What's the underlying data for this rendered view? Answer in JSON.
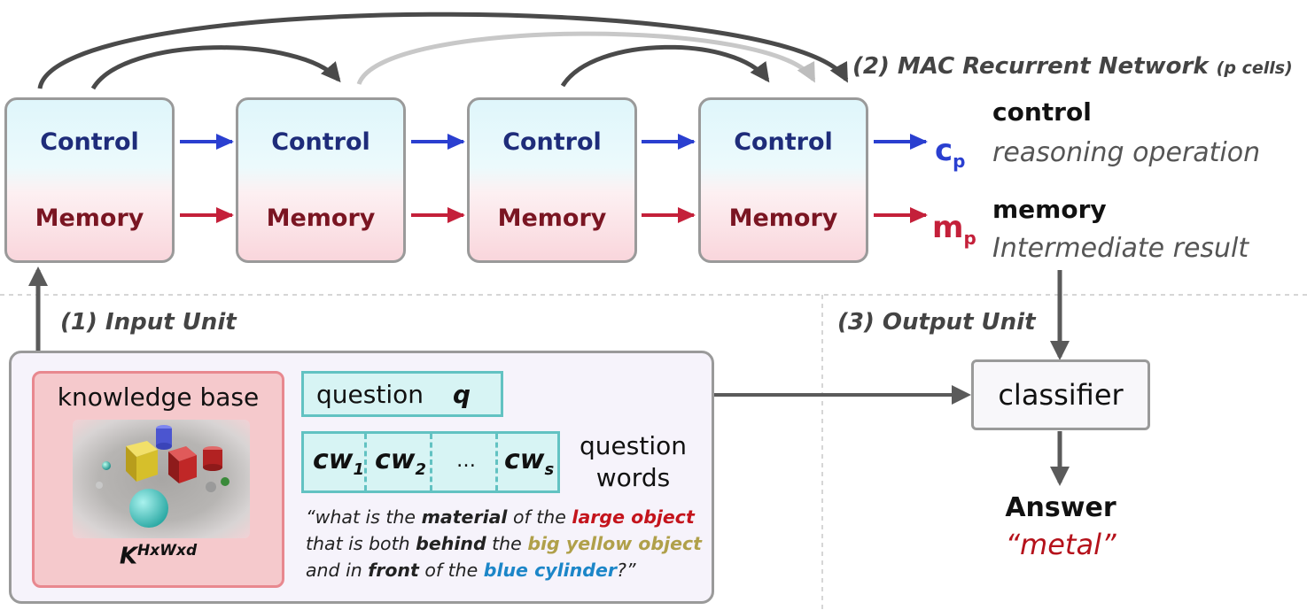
{
  "mac_network": {
    "title": "(2) MAC Recurrent Network",
    "title_suffix": "(p cells)",
    "cells": [
      {
        "control": "Control",
        "memory": "Memory"
      },
      {
        "control": "Control",
        "memory": "Memory"
      },
      {
        "control": "Control",
        "memory": "Memory"
      },
      {
        "control": "Control",
        "memory": "Memory"
      }
    ],
    "control_output": {
      "symbol": "c",
      "subscript": "p",
      "label": "control",
      "description": "reasoning operation"
    },
    "memory_output": {
      "symbol": "m",
      "subscript": "p",
      "label": "memory",
      "description": "Intermediate result"
    }
  },
  "input_unit": {
    "title": "(1) Input Unit",
    "knowledge_base": {
      "label": "knowledge base",
      "tensor_symbol": "K",
      "tensor_superscript": "HxWxd"
    },
    "question": {
      "label": "question",
      "symbol": "q"
    },
    "words": {
      "cw_symbol": "cw",
      "items": [
        "1",
        "2",
        "s"
      ],
      "ellipsis": "…",
      "label_line1": "question",
      "label_line2": "words"
    },
    "example_question": {
      "line1": [
        {
          "text": "“what is the ",
          "style": "normal"
        },
        {
          "text": "material",
          "style": "bold"
        },
        {
          "text": " of the ",
          "style": "normal"
        },
        {
          "text": "large object",
          "style": "red"
        }
      ],
      "line2": [
        {
          "text": "that is both ",
          "style": "normal"
        },
        {
          "text": "behind",
          "style": "bold"
        },
        {
          "text": " the ",
          "style": "normal"
        },
        {
          "text": "big yellow object",
          "style": "olive"
        }
      ],
      "line3": [
        {
          "text": "and in ",
          "style": "normal"
        },
        {
          "text": "front",
          "style": "bold"
        },
        {
          "text": " of the ",
          "style": "normal"
        },
        {
          "text": "blue cylinder",
          "style": "blue"
        },
        {
          "text": "?”",
          "style": "normal"
        }
      ]
    }
  },
  "output_unit": {
    "title": "(3) Output Unit",
    "classifier": "classifier",
    "answer_label": "Answer",
    "answer_value": "“metal”"
  },
  "colors": {
    "control_arrow": "#2a3fd0",
    "memory_arrow": "#c4203a",
    "control_text": "#1e2c7a",
    "memory_text": "#7a1522",
    "answer": "#b5121b",
    "red_phrase": "#c4141c",
    "olive_phrase": "#b0a04a",
    "blue_phrase": "#1c86c8"
  },
  "icons": [
    "scene-image"
  ]
}
